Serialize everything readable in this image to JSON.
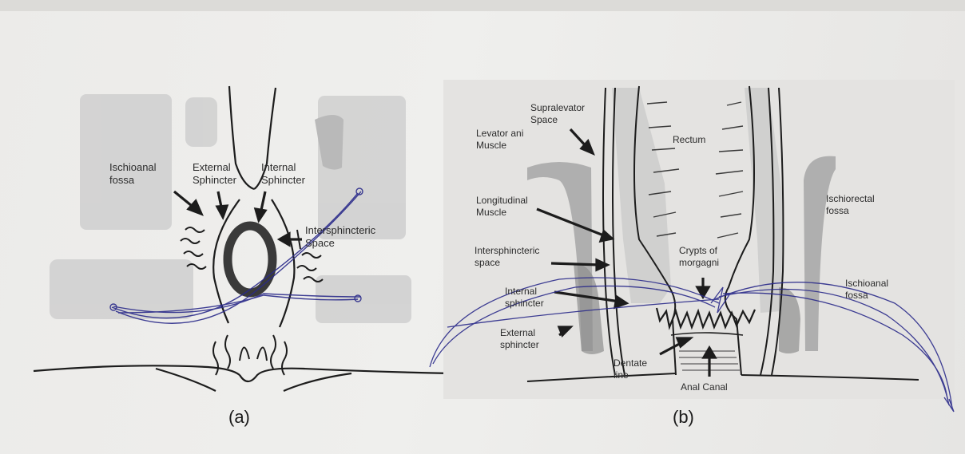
{
  "panel_a": {
    "caption": "(a)",
    "labels": {
      "ischioanal_fossa": "Ischioanal\nfossa",
      "external_sphincter": "External\nSphincter",
      "internal_sphincter": "Internal\nSphincter",
      "intersphincteric_space": "Intersphincteric\nSpace"
    }
  },
  "panel_b": {
    "caption": "(b)",
    "labels": {
      "supralevator_space": "Supralevator\nSpace",
      "levator_ani_muscle": "Levator ani\nMuscle",
      "rectum": "Rectum",
      "longitudinal_muscle": "Longitudinal\nMuscle",
      "ischiorectal_fossa": "Ischiorectal\nfossa",
      "intersphincteric_space": "Intersphincteric\nspace",
      "crypts_of_morgagni": "Crypts of\nmorgagni",
      "internal_sphincter": "Internal\nsphincter",
      "ischioanal_fossa": "Ischioanal\nfossa",
      "external_sphincter": "External\nsphincter",
      "dentate_line": "Dentate\nline",
      "anal_canal": "Anal Canal"
    }
  },
  "colors": {
    "ink": "#1c1c1c",
    "shade": "#c9c9c9",
    "pen": "#2a2a8a"
  }
}
